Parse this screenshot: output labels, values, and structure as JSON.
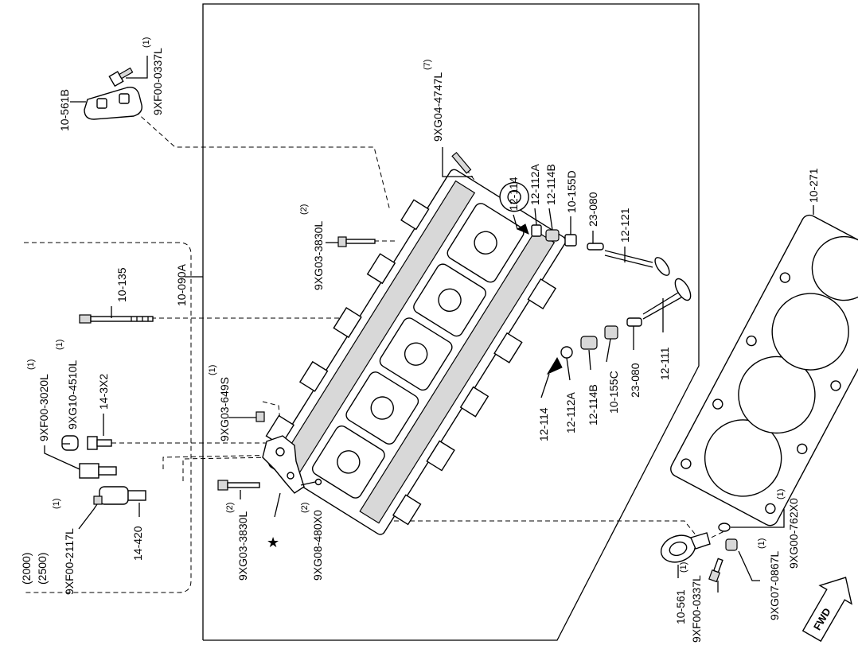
{
  "diagram": {
    "labels": {
      "p_10_561B": "10-561B",
      "p_9XF00_0337L_top": "9XF00-0337L",
      "q_9XF00_0337L_top": "(1)",
      "p_9XG04_4747L": "9XG04-4747L",
      "q_9XG04_4747L": "(7)",
      "p_9XG03_3830L_top": "9XG03-3830L",
      "q_9XG03_3830L_top": "(2)",
      "p_10_135": "10-135",
      "p_10_090A": "10-090A",
      "p_12_114_top": "12-114",
      "p_12_112A_top": "12-112A",
      "p_12_114B_top": "12-114B",
      "p_10_155D": "10-155D",
      "p_23_080_top": "23-080",
      "p_12_121": "12-121",
      "p_10_271": "10-271",
      "p_9XF00_3020L": "9XF00-3020L",
      "q_9XF00_3020L": "(1)",
      "p_9XG10_4510L": "9XG10-4510L",
      "q_9XG10_4510L": "(1)",
      "p_14_3X2": "14-3X2",
      "p_9XG03_649S": "9XG03-649S",
      "q_9XG03_649S": "(1)",
      "p_12_114_bot": "12-114",
      "p_12_112A_bot": "12-112A",
      "p_12_114B_bot": "12-114B",
      "p_10_155C": "10-155C",
      "p_23_080_bot": "23-080",
      "p_12_111": "12-111",
      "p_9XF00_2117L": "9XF00-2117L",
      "q_9XF00_2117L": "(1)",
      "p_14_420": "14-420",
      "p_9XG03_3830L_bot": "9XG03-3830L",
      "q_9XG03_3830L_bot": "(2)",
      "p_9XG08_480X0": "9XG08-480X0",
      "q_9XG08_480X0": "(2)",
      "engine_2000": "(2000)",
      "engine_2500": "(2500)",
      "p_10_561": "10-561",
      "p_9XF00_0337L_bot": "9XF00-0337L",
      "q_9XF00_0337L_bot": "(1)",
      "p_9XG07_0867L": "9XG07-0867L",
      "q_9XG07_0867L": "(1)",
      "p_9XG00_762X0": "9XG00-762X0",
      "q_9XG00_762X0": "(1)",
      "fwd": "FWD",
      "star": "★"
    }
  }
}
